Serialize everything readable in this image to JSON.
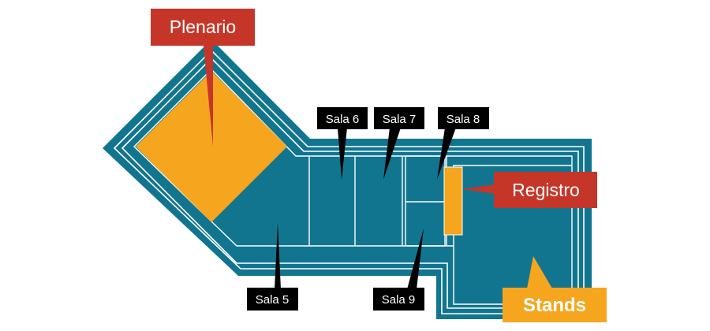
{
  "labels": {
    "plenario": "Plenario",
    "registro": "Registro",
    "stands": "Stands",
    "sala5": "Sala 5",
    "sala6": "Sala 6",
    "sala7": "Sala 7",
    "sala8": "Sala 8",
    "sala9": "Sala 9"
  },
  "colors": {
    "floor": "#11758f",
    "outline": "#ffffff",
    "plenario_room": "#f6a51e",
    "registro_desk": "#f6a51e",
    "red_label": "#c53629",
    "orange_label": "#f6a51e",
    "black_label": "#000000"
  }
}
